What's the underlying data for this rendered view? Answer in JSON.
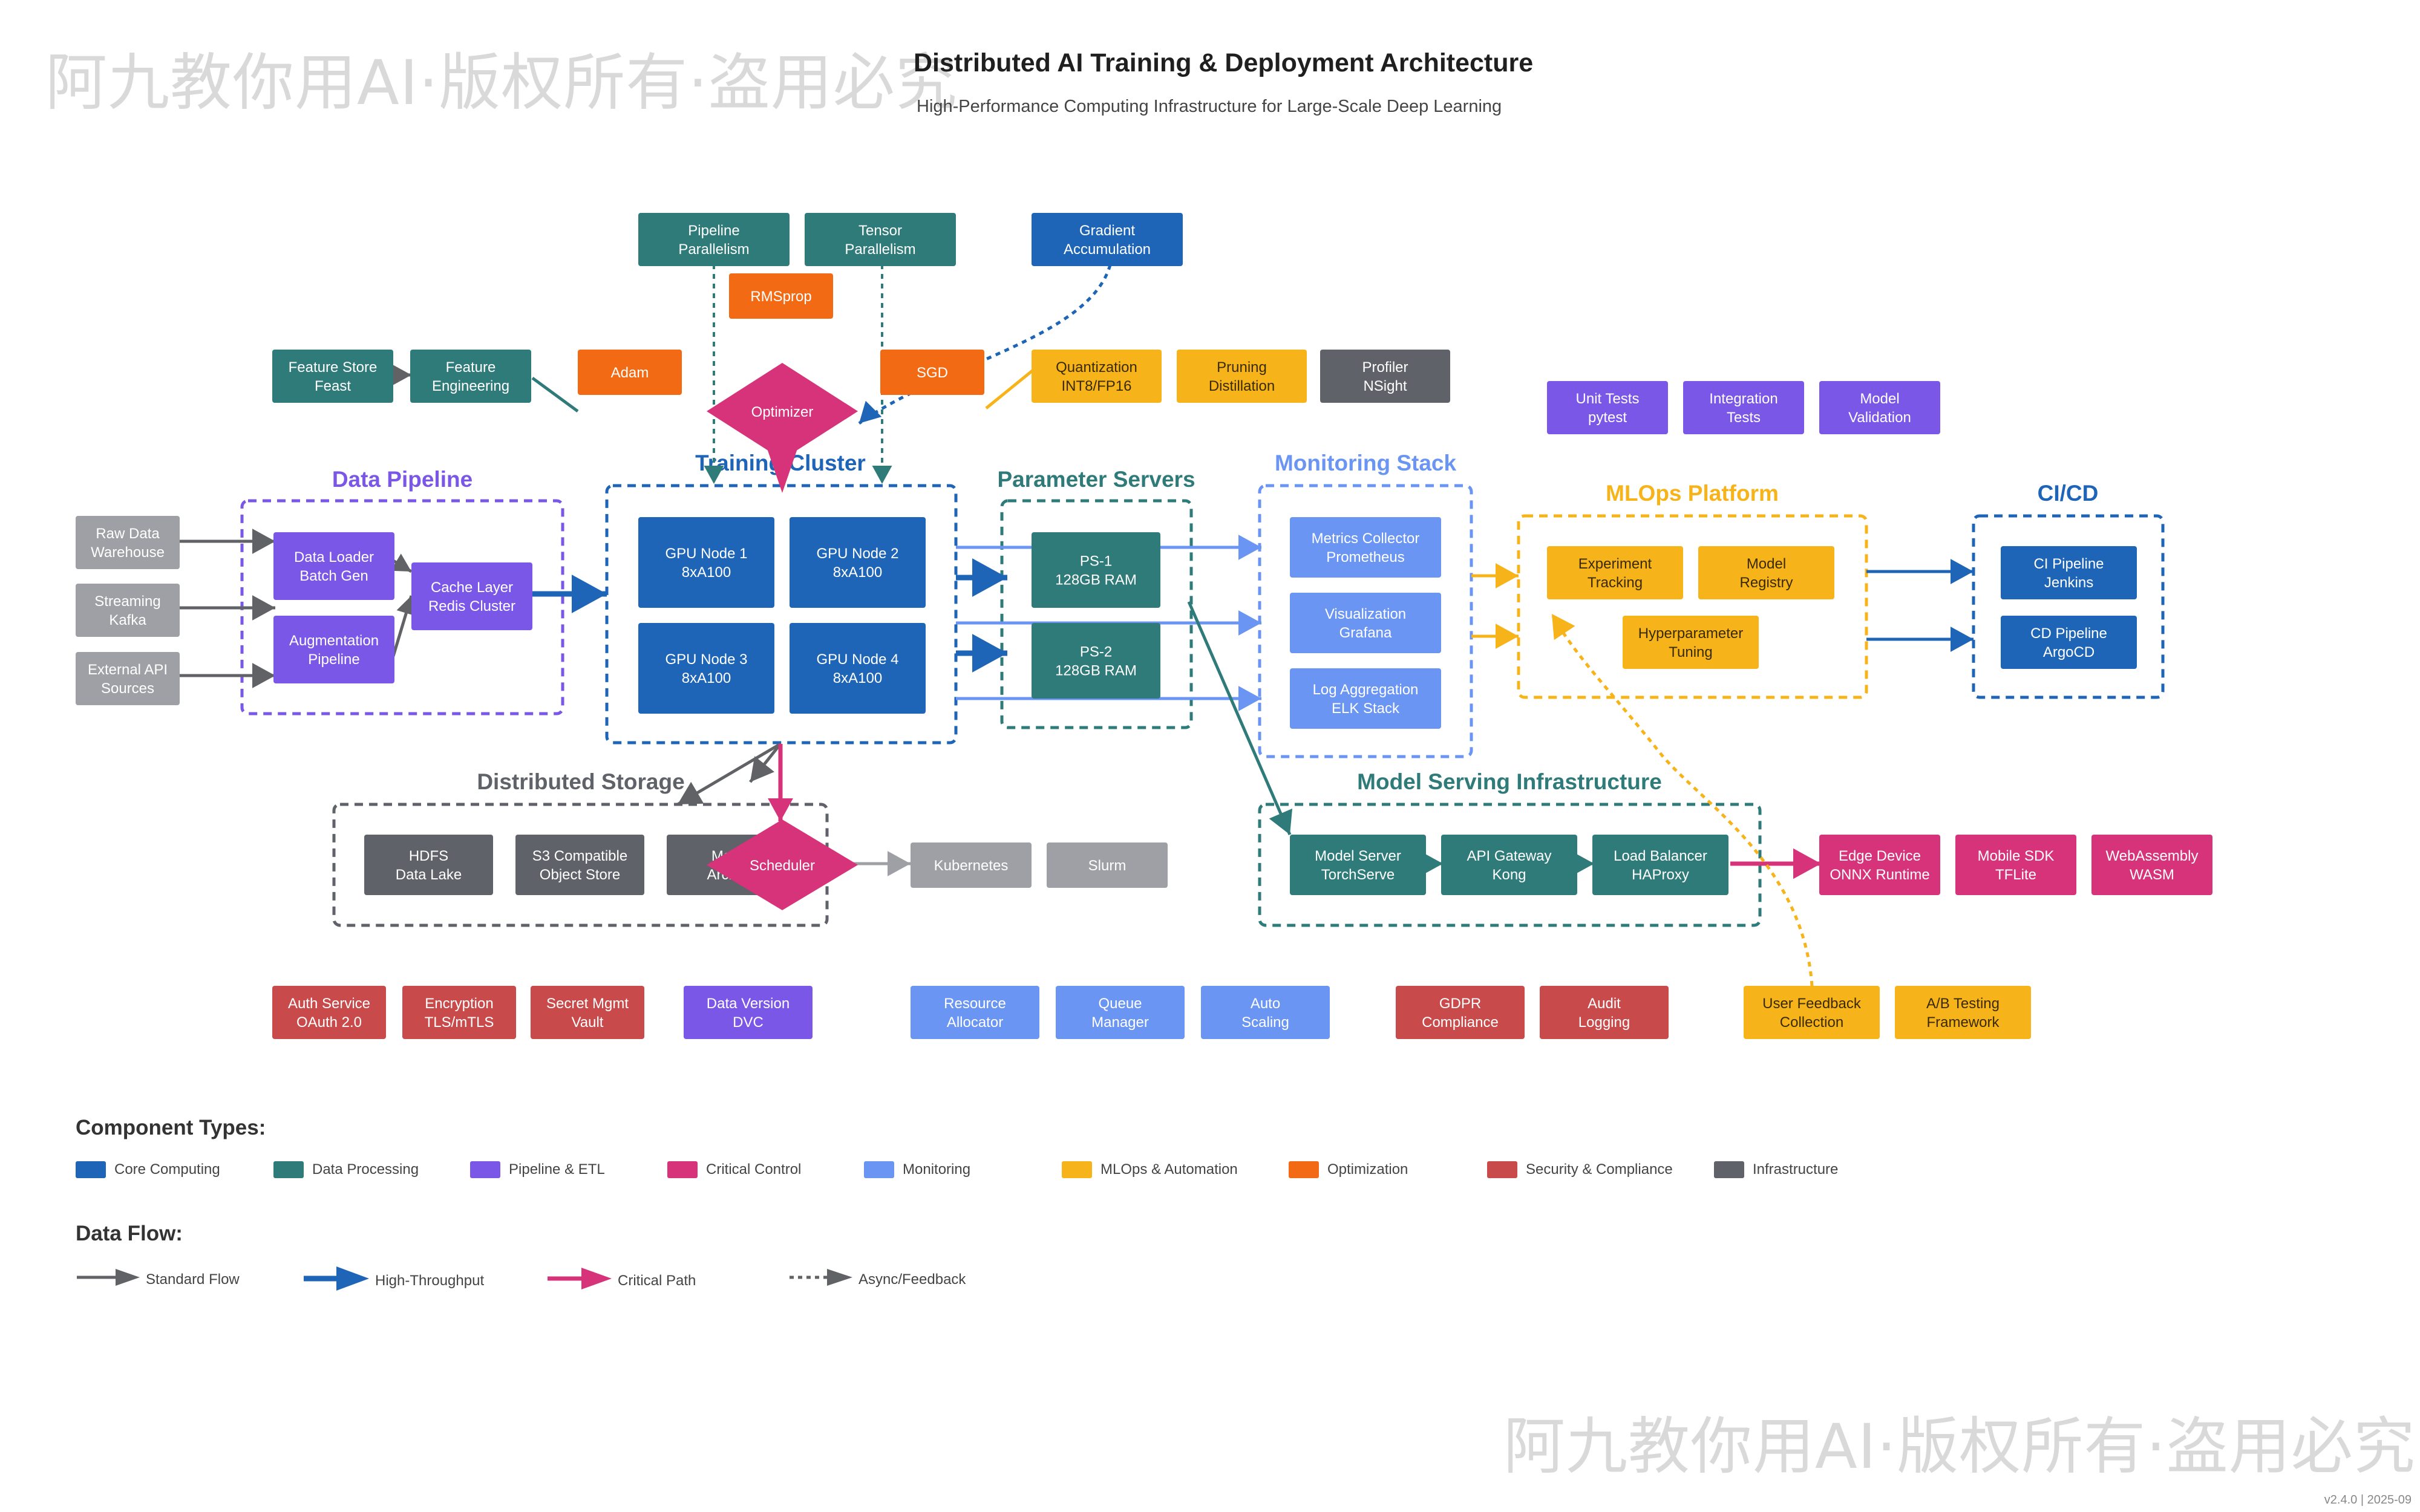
{
  "title": "Distributed AI Training & Deployment Architecture",
  "subtitle": "High-Performance Computing Infrastructure for Large-Scale Deep Learning",
  "watermark": "阿九教你用AI·版权所有·盗用必究",
  "version": "v2.4.0 | 2025-09",
  "colors": {
    "core": "#1f65b7",
    "data": "#2f7b79",
    "pipeline": "#7a57e6",
    "critical": "#d6337a",
    "monitoring": "#6b95f2",
    "mlops": "#f7b41a",
    "optimization": "#f26b14",
    "security": "#c94a4a",
    "infra": "#5f6268",
    "lightgray": "#9ea0a5"
  },
  "groups": {
    "data_pipeline": "Data Pipeline",
    "training_cluster": "Training Cluster",
    "parameter_servers": "Parameter Servers",
    "monitoring_stack": "Monitoring Stack",
    "mlops_platform": "MLOps Platform",
    "cicd": "CI/CD",
    "distributed_storage": "Distributed Storage",
    "model_serving": "Model Serving Infrastructure"
  },
  "nodes": {
    "raw_data": [
      "Raw Data",
      "Warehouse"
    ],
    "streaming": [
      "Streaming",
      "Kafka"
    ],
    "external_api": [
      "External API",
      "Sources"
    ],
    "data_loader": [
      "Data Loader",
      "Batch Gen"
    ],
    "augmentation": [
      "Augmentation",
      "Pipeline"
    ],
    "cache_layer": [
      "Cache Layer",
      "Redis Cluster"
    ],
    "feature_store": [
      "Feature Store",
      "Feast"
    ],
    "feature_eng": [
      "Feature",
      "Engineering"
    ],
    "adam": [
      "Adam"
    ],
    "pipeline_par": [
      "Pipeline",
      "Parallelism"
    ],
    "tensor_par": [
      "Tensor",
      "Parallelism"
    ],
    "rmsprop": [
      "RMSprop"
    ],
    "sgd": [
      "SGD"
    ],
    "grad_acc": [
      "Gradient",
      "Accumulation"
    ],
    "quantization": [
      "Quantization",
      "INT8/FP16"
    ],
    "pruning": [
      "Pruning",
      "Distillation"
    ],
    "profiler": [
      "Profiler",
      "NSight"
    ],
    "optimizer": [
      "Optimizer"
    ],
    "gpu1": [
      "GPU Node 1",
      "8xA100"
    ],
    "gpu2": [
      "GPU Node 2",
      "8xA100"
    ],
    "gpu3": [
      "GPU Node 3",
      "8xA100"
    ],
    "gpu4": [
      "GPU Node 4",
      "8xA100"
    ],
    "ps1": [
      "PS-1",
      "128GB RAM"
    ],
    "ps2": [
      "PS-2",
      "128GB RAM"
    ],
    "metrics": [
      "Metrics Collector",
      "Prometheus"
    ],
    "visualization": [
      "Visualization",
      "Grafana"
    ],
    "logagg": [
      "Log Aggregation",
      "ELK Stack"
    ],
    "unit_tests": [
      "Unit Tests",
      "pytest"
    ],
    "integration_tests": [
      "Integration",
      "Tests"
    ],
    "model_validation": [
      "Model",
      "Validation"
    ],
    "experiment": [
      "Experiment",
      "Tracking"
    ],
    "registry": [
      "Model",
      "Registry"
    ],
    "hyperparam": [
      "Hyperparameter",
      "Tuning"
    ],
    "ci": [
      "CI Pipeline",
      "Jenkins"
    ],
    "cd": [
      "CD Pipeline",
      "ArgoCD"
    ],
    "hdfs": [
      "HDFS",
      "Data Lake"
    ],
    "s3": [
      "S3 Compatible",
      "Object Store"
    ],
    "model_archive": [
      "Model",
      "Archive"
    ],
    "scheduler": [
      "Scheduler"
    ],
    "kubernetes": [
      "Kubernetes"
    ],
    "slurm": [
      "Slurm"
    ],
    "model_server": [
      "Model Server",
      "TorchServe"
    ],
    "api_gateway": [
      "API Gateway",
      "Kong"
    ],
    "load_balancer": [
      "Load Balancer",
      "HAProxy"
    ],
    "edge": [
      "Edge Device",
      "ONNX Runtime"
    ],
    "mobile": [
      "Mobile SDK",
      "TFLite"
    ],
    "wasm": [
      "WebAssembly",
      "WASM"
    ],
    "auth": [
      "Auth Service",
      "OAuth 2.0"
    ],
    "encryption": [
      "Encryption",
      "TLS/mTLS"
    ],
    "secret": [
      "Secret Mgmt",
      "Vault"
    ],
    "dvc": [
      "Data Version",
      "DVC"
    ],
    "resource_alloc": [
      "Resource",
      "Allocator"
    ],
    "queue": [
      "Queue",
      "Manager"
    ],
    "autoscale": [
      "Auto",
      "Scaling"
    ],
    "gdpr": [
      "GDPR",
      "Compliance"
    ],
    "audit": [
      "Audit",
      "Logging"
    ],
    "feedback": [
      "User Feedback",
      "Collection"
    ],
    "abtest": [
      "A/B Testing",
      "Framework"
    ]
  },
  "legend": {
    "component_types_title": "Component Types:",
    "component_types": [
      {
        "label": "Core Computing",
        "color": "#1f65b7"
      },
      {
        "label": "Data Processing",
        "color": "#2f7b79"
      },
      {
        "label": "Pipeline & ETL",
        "color": "#7a57e6"
      },
      {
        "label": "Critical Control",
        "color": "#d6337a"
      },
      {
        "label": "Monitoring",
        "color": "#6b95f2"
      },
      {
        "label": "MLOps & Automation",
        "color": "#f7b41a"
      },
      {
        "label": "Optimization",
        "color": "#f26b14"
      },
      {
        "label": "Security & Compliance",
        "color": "#c94a4a"
      },
      {
        "label": "Infrastructure",
        "color": "#5f6268"
      }
    ],
    "data_flow_title": "Data Flow:",
    "data_flows": [
      {
        "label": "Standard Flow",
        "icon": "standard-arrow"
      },
      {
        "label": "High-Throughput",
        "icon": "thick-blue-arrow"
      },
      {
        "label": "Critical Path",
        "icon": "pink-arrow"
      },
      {
        "label": "Async/Feedback",
        "icon": "dotted-arrow"
      }
    ]
  }
}
